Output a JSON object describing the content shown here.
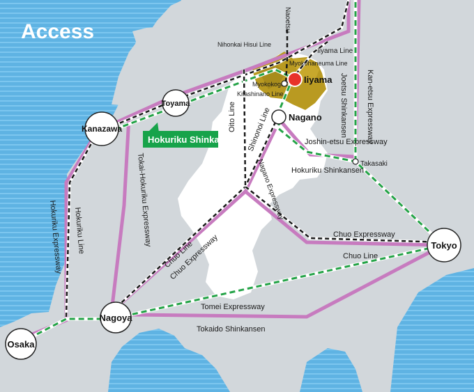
{
  "title": "Access",
  "colors": {
    "sea": "#5fb3e3",
    "sea_stripe": "#7cc6ef",
    "land": "#d2d7db",
    "region": "#ffffff",
    "highlight": "#b99a21",
    "expressway": "#c77bbf",
    "shinkansen_green": "#24a347",
    "rail_black": "#1a1a1a",
    "marker": "#e8322a",
    "banner": "#17a34a"
  },
  "cities": {
    "kanazawa": "Kanazawa",
    "toyama": "Toyama",
    "nagoya": "Nagoya",
    "osaka": "Osaka",
    "tokyo": "Tokyo",
    "nagano": "Nagano",
    "iiyama": "Iiyama",
    "takasaki": "Takasaki",
    "myokokogen": "Myokokogen",
    "naoetsu": "Naoetsu"
  },
  "banner": "Hokuriku Shinkansen",
  "routes": {
    "nihonkai_hisui": "Nihonkai Hisui Line",
    "iiyama_line": "Iiyama Line",
    "myokohaneuma": "Myokohaneuma Line",
    "kitashinano": "Kitashinano Line",
    "joetsu_shinkansen": "Joetsu Shinkansen",
    "kanetsu": "Kan-etsu Expressway",
    "ohito": "Oito Line",
    "shinonoi": "Shinonoi Line",
    "nagano_exp": "Nagano Expressway",
    "joshinetsu": "Joshin-etsu Expressway",
    "hokuriku_shinkansen": "Hokuriku Shinkansen",
    "tokai_hokuriku": "Tokai-Hokuriku Expressway",
    "hokuriku_exp": "Hokuriku Expressway",
    "hokuriku_line": "Hokuriku Line",
    "chuo_line_left": "Chuo Line",
    "chuo_exp_left": "Chuo Expressway",
    "chuo_exp_right": "Chuo Expressway",
    "chuo_line_right": "Chuo Line",
    "tomei": "Tomei Expressway",
    "tokaido": "Tokaido Shinkansen"
  }
}
